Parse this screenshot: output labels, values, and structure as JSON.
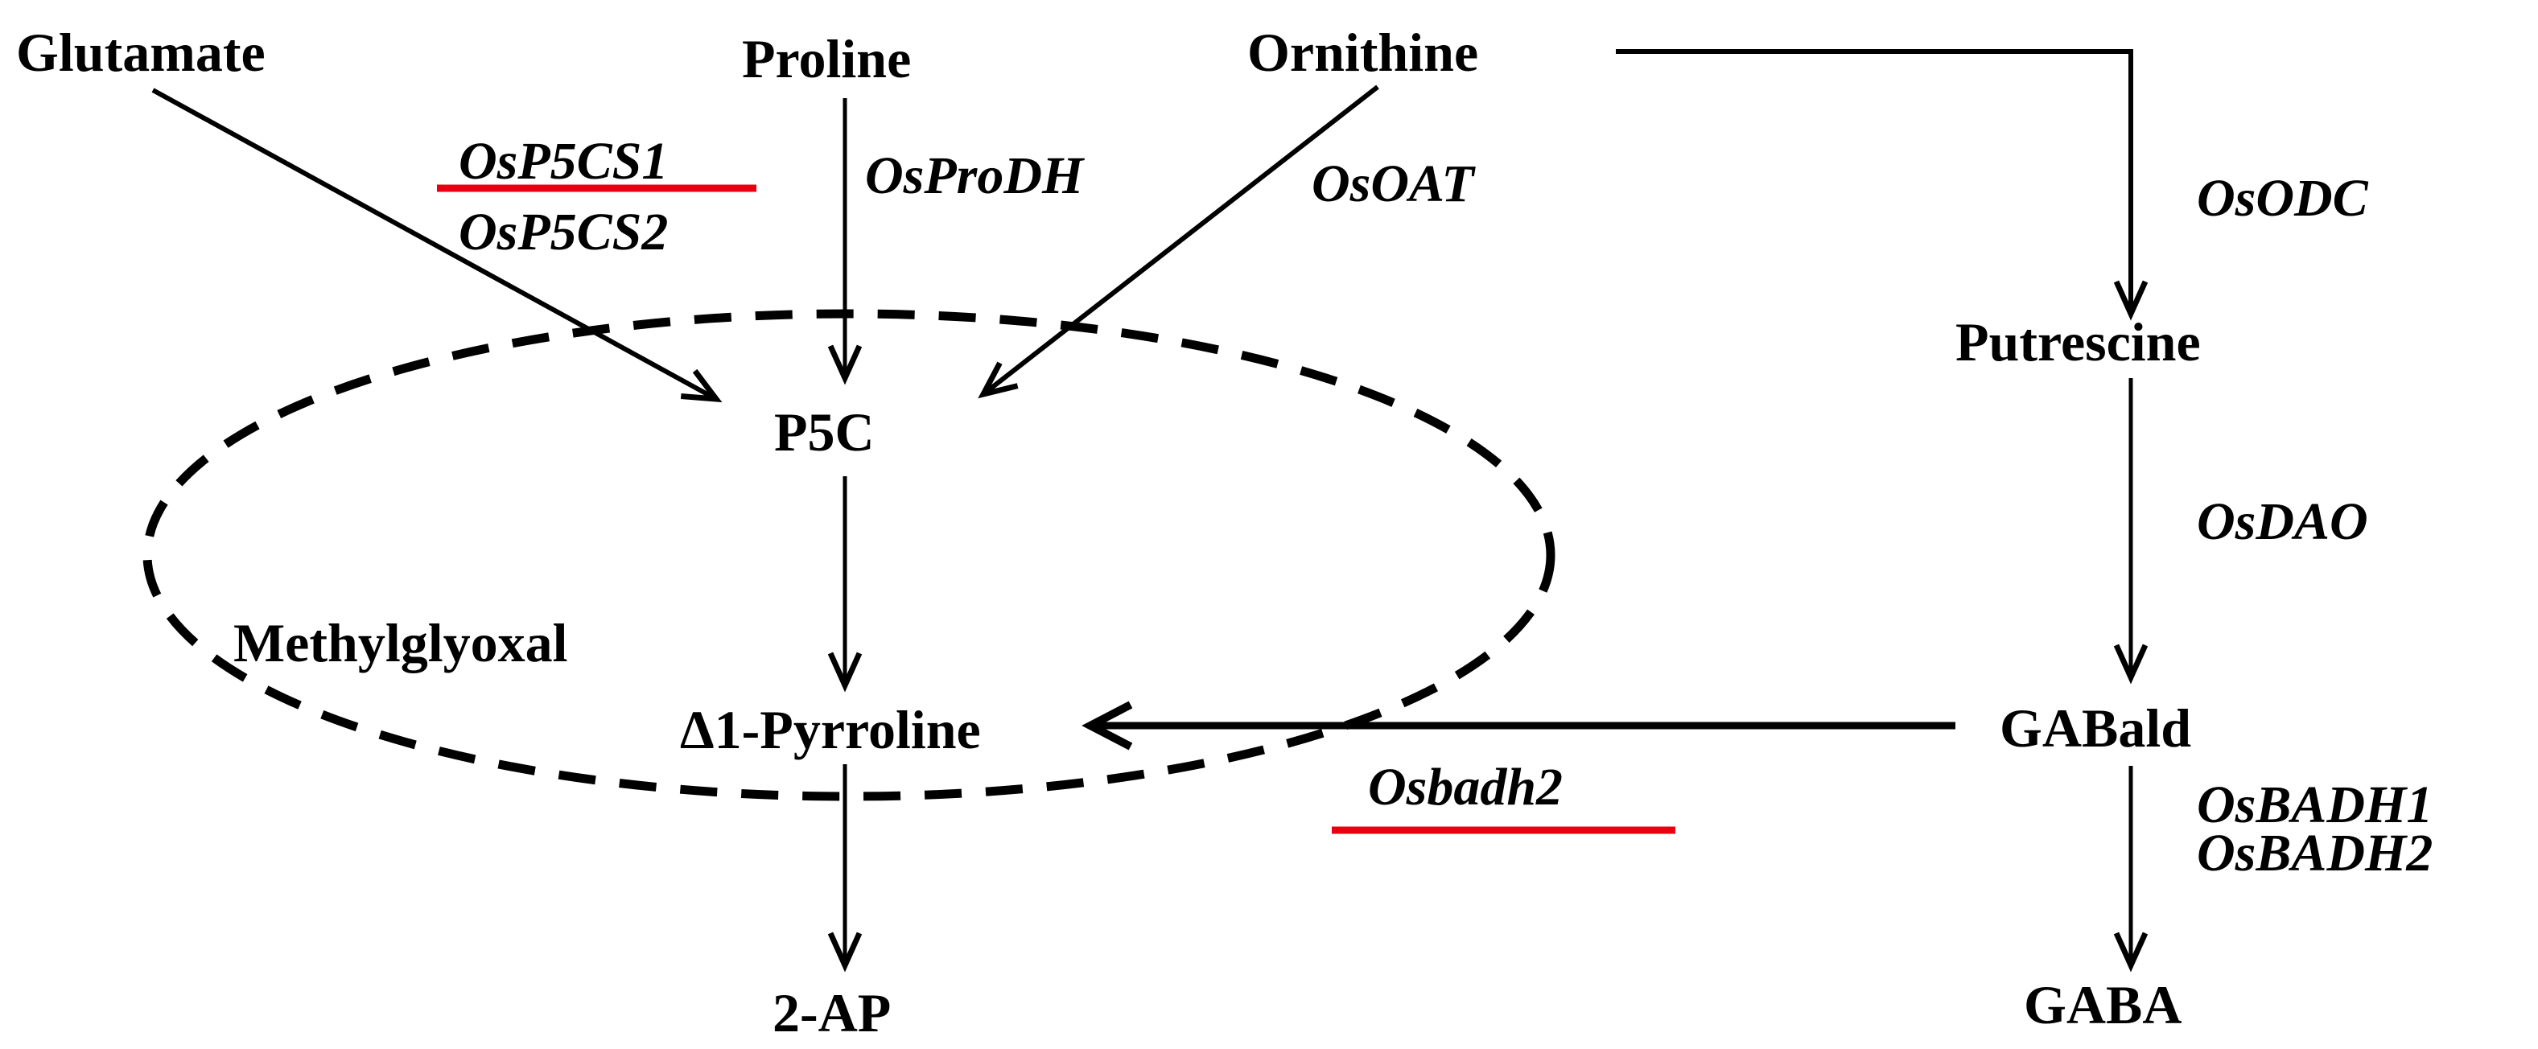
{
  "title": "2-AP and GABA biosynthesis pathway in rice",
  "colors": {
    "text": "#000000",
    "arrow": "#000000",
    "highlight_underline": "#E60012",
    "background": "#FFFFFF"
  },
  "metabolites": {
    "glutamate": "Glutamate",
    "proline": "Proline",
    "ornithine": "Ornithine",
    "p5c": "P5C",
    "methylglyoxal": "Methylglyoxal",
    "pyrroline": "Δ1-Pyrroline",
    "two_ap": "2-AP",
    "putrescine": "Putrescine",
    "gabald": "GABald",
    "gaba": "GABA"
  },
  "genes": {
    "osp5cs1": "OsP5CS1",
    "osp5cs2": "OsP5CS2",
    "osprodh": "OsProDH",
    "osoat": "OsOAT",
    "osodc": "OsODC",
    "osdao": "OsDAO",
    "osbadh1": "OsBADH1",
    "osbadh2": "OsBADH2",
    "osbadh2_mutant": "Osbadh2"
  },
  "highlighted_genes": [
    "OsP5CS1",
    "Osbadh2"
  ],
  "edges": [
    {
      "from": "Glutamate",
      "to": "P5C",
      "genes": [
        "OsP5CS1",
        "OsP5CS2"
      ]
    },
    {
      "from": "Proline",
      "to": "P5C",
      "genes": [
        "OsProDH"
      ]
    },
    {
      "from": "Ornithine",
      "to": "P5C",
      "genes": [
        "OsOAT"
      ]
    },
    {
      "from": "Ornithine",
      "to": "Putrescine",
      "genes": [
        "OsODC"
      ]
    },
    {
      "from": "Putrescine",
      "to": "GABald",
      "genes": [
        "OsDAO"
      ]
    },
    {
      "from": "GABald",
      "to": "Δ1-Pyrroline",
      "genes": [
        "Osbadh2"
      ]
    },
    {
      "from": "GABald",
      "to": "GABA",
      "genes": [
        "OsBADH1",
        "OsBADH2"
      ]
    },
    {
      "from": "P5C",
      "to": "Δ1-Pyrroline",
      "genes": []
    },
    {
      "from": "Δ1-Pyrroline",
      "to": "2-AP",
      "genes": []
    }
  ]
}
